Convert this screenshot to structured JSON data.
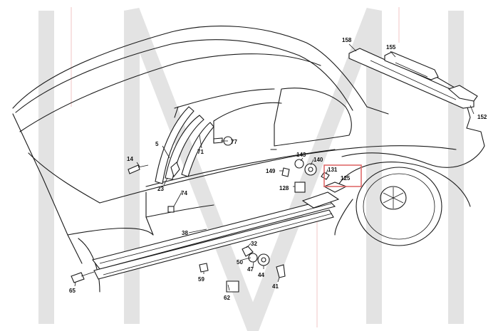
{
  "callouts": [
    {
      "id": "c158",
      "text": "158"
    },
    {
      "id": "c155",
      "text": "155"
    },
    {
      "id": "c152",
      "text": "152"
    },
    {
      "id": "c77",
      "text": "77"
    },
    {
      "id": "c5",
      "text": "5"
    },
    {
      "id": "c71",
      "text": "71"
    },
    {
      "id": "c14",
      "text": "14"
    },
    {
      "id": "c23",
      "text": "23"
    },
    {
      "id": "c74",
      "text": "74"
    },
    {
      "id": "c143",
      "text": "143"
    },
    {
      "id": "c140",
      "text": "140"
    },
    {
      "id": "c149",
      "text": "149"
    },
    {
      "id": "c131",
      "text": "131"
    },
    {
      "id": "c125",
      "text": "125"
    },
    {
      "id": "c128",
      "text": "128"
    },
    {
      "id": "c38",
      "text": "38"
    },
    {
      "id": "c32",
      "text": "32"
    },
    {
      "id": "c50",
      "text": "50"
    },
    {
      "id": "c47",
      "text": "47"
    },
    {
      "id": "c44",
      "text": "44"
    },
    {
      "id": "c41",
      "text": "41"
    },
    {
      "id": "c59",
      "text": "59"
    },
    {
      "id": "c62",
      "text": "62"
    },
    {
      "id": "c65",
      "text": "65"
    }
  ],
  "highlight": {
    "target": "125",
    "color": "#e06a6a"
  },
  "watermark": {
    "glyph": "M",
    "color": "#e3e3e3"
  }
}
